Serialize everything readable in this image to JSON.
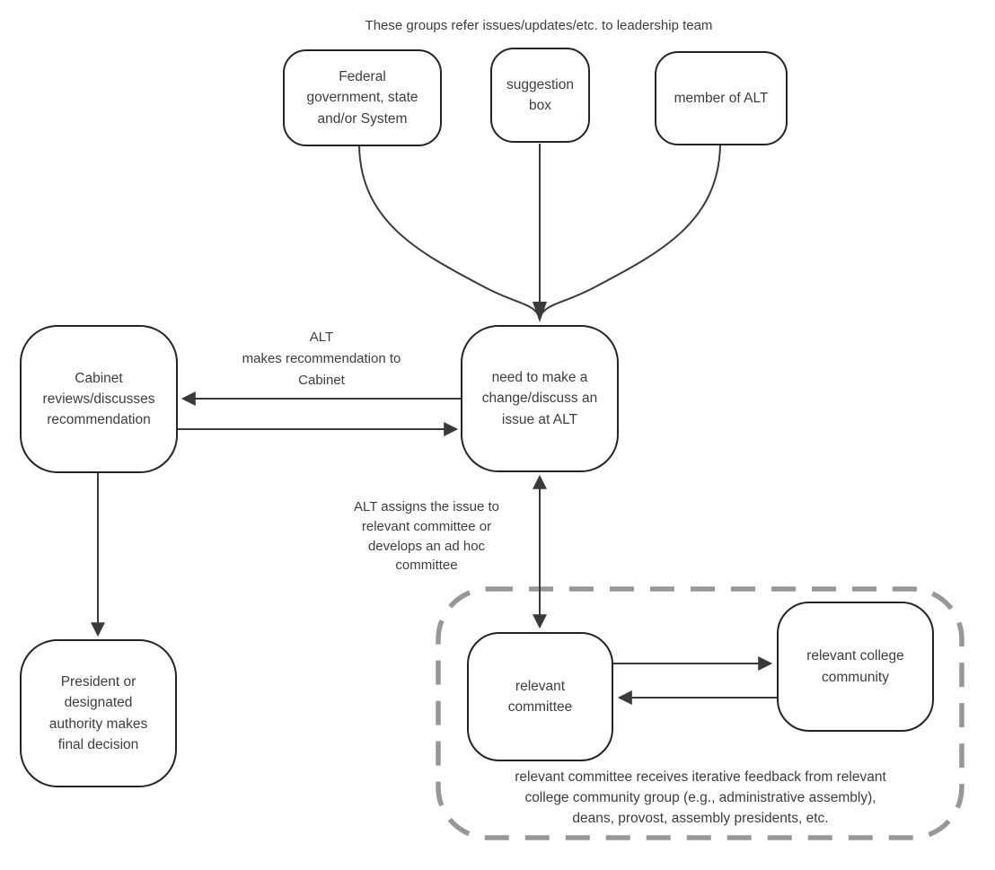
{
  "caption": "These groups refer issues/updates/etc. to leadership team",
  "nodes": {
    "federal": {
      "label": "Federal\ngovernment, state\nand/or System"
    },
    "suggestion": {
      "label": "suggestion\nbox"
    },
    "member": {
      "label": "member of ALT"
    },
    "cabinet": {
      "label": "Cabinet\nreviews/discusses\nrecommendation"
    },
    "need": {
      "label": "need to make a\nchange/discuss an\nissue at ALT"
    },
    "president": {
      "label": "President or\ndesignated\nauthority makes\nfinal decision"
    },
    "committee": {
      "label": "relevant\ncommittee"
    },
    "college": {
      "label": "relevant college\ncommunity"
    }
  },
  "edge_labels": {
    "alt_recommendation": "ALT\nmakes recommendation to\nCabinet",
    "alt_assigns": "ALT assigns the issue to\nrelevant committee or\ndevelops an ad hoc\ncommittee",
    "feedback_note": "relevant committee receives iterative feedback from relevant\ncollege community group (e.g., administrative assembly),\ndeans, provost, assembly presidents, etc."
  },
  "colors": {
    "background": "#ffffff",
    "box_fill": "#ffffff",
    "box_border": "#242424",
    "arrow": "#3a3a3a",
    "dashed_container": "#979797",
    "text": "#3d3d3d"
  }
}
